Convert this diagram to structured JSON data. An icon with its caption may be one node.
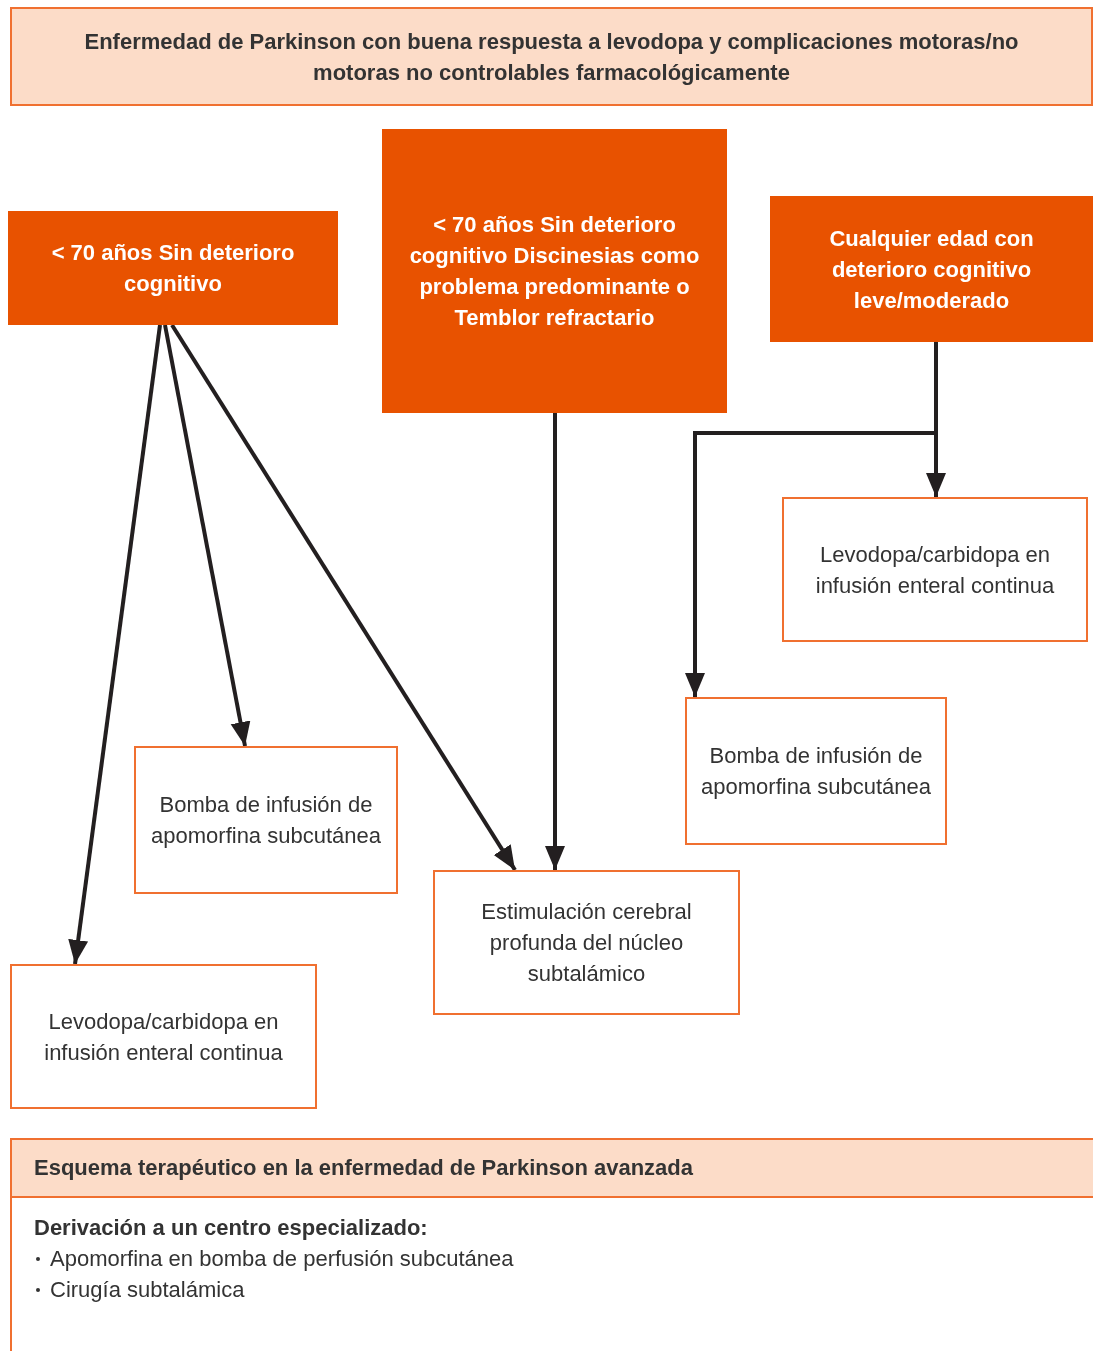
{
  "diagram": {
    "nodes": [
      {
        "text": [
          "Enfermedad de Parkinson con buena respuesta a levodopa y complicaciones motoras/no motoras no controlables farmacológicamente"
        ]
      },
      {
        "text": [
          "< 70 años Sin deterioro cognitivo"
        ]
      },
      {
        "text": [
          "< 70 años Sin deterioro cognitivo Discinesias como problema predominante o Temblor refractario"
        ]
      },
      {
        "text": [
          "Cualquier edad con deterioro cognitivo leve/moderado"
        ]
      },
      {
        "text": [
          "Levodopa/carbidopa en infusión enteral continua"
        ]
      },
      {
        "text": [
          "Bomba de infusión de apomorfina subcutánea"
        ]
      },
      {
        "text": [
          "Bomba de infusión de apomorfina subcutánea"
        ]
      },
      {
        "text": [
          "Estimulación cerebral profunda del núcleo subtalámico"
        ]
      },
      {
        "text": [
          "Levodopa/carbidopa en infusión enteral continua"
        ]
      },
      {
        "text": [
          "Esquema terapéutico en la enfermedad de Parkinson avanzada",
          "Derivación a un centro especializado:",
          "Apomorfina en bomba de perfusión subcutánea",
          "Cirugía subtalámica"
        ]
      }
    ],
    "edges": [
      {
        "from": 1,
        "to": 8,
        "arrow": "to"
      },
      {
        "from": 1,
        "to": 6,
        "arrow": "to"
      },
      {
        "from": 1,
        "to": 7,
        "arrow": "to"
      },
      {
        "from": 2,
        "to": 7,
        "arrow": "to"
      },
      {
        "from": 3,
        "to": 4,
        "arrow": "to"
      },
      {
        "from": 3,
        "to": 5,
        "arrow": "to"
      }
    ]
  }
}
